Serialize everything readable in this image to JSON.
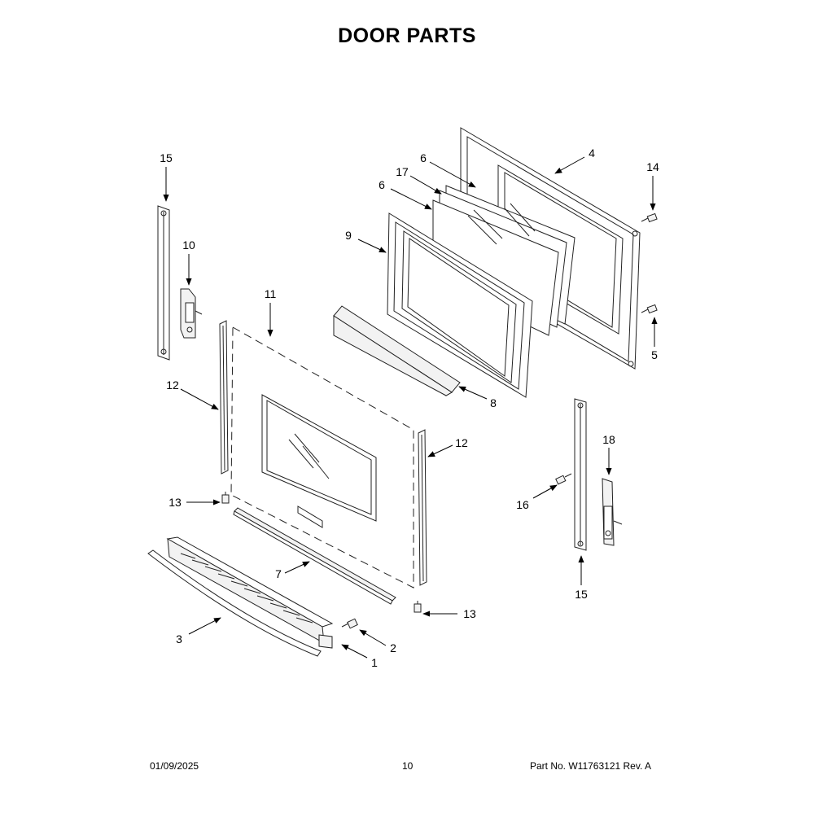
{
  "page": {
    "title": "DOOR PARTS",
    "footer": {
      "date": "01/09/2025",
      "page_number": "10",
      "part_number": "Part No.  W11763121  Rev.  A"
    }
  },
  "callouts": [
    {
      "id": "c15a",
      "label": "15"
    },
    {
      "id": "c10",
      "label": "10"
    },
    {
      "id": "c11",
      "label": "11"
    },
    {
      "id": "c12a",
      "label": "12"
    },
    {
      "id": "c13a",
      "label": "13"
    },
    {
      "id": "c7",
      "label": "7"
    },
    {
      "id": "c3",
      "label": "3"
    },
    {
      "id": "c2",
      "label": "2"
    },
    {
      "id": "c1",
      "label": "1"
    },
    {
      "id": "c13b",
      "label": "13"
    },
    {
      "id": "c12b",
      "label": "12"
    },
    {
      "id": "c9",
      "label": "9"
    },
    {
      "id": "c6a",
      "label": "6"
    },
    {
      "id": "c17",
      "label": "17"
    },
    {
      "id": "c6b",
      "label": "6"
    },
    {
      "id": "c4",
      "label": "4"
    },
    {
      "id": "c14",
      "label": "14"
    },
    {
      "id": "c5",
      "label": "5"
    },
    {
      "id": "c8",
      "label": "8"
    },
    {
      "id": "c18",
      "label": "18"
    },
    {
      "id": "c16",
      "label": "16"
    },
    {
      "id": "c15b",
      "label": "15"
    }
  ]
}
